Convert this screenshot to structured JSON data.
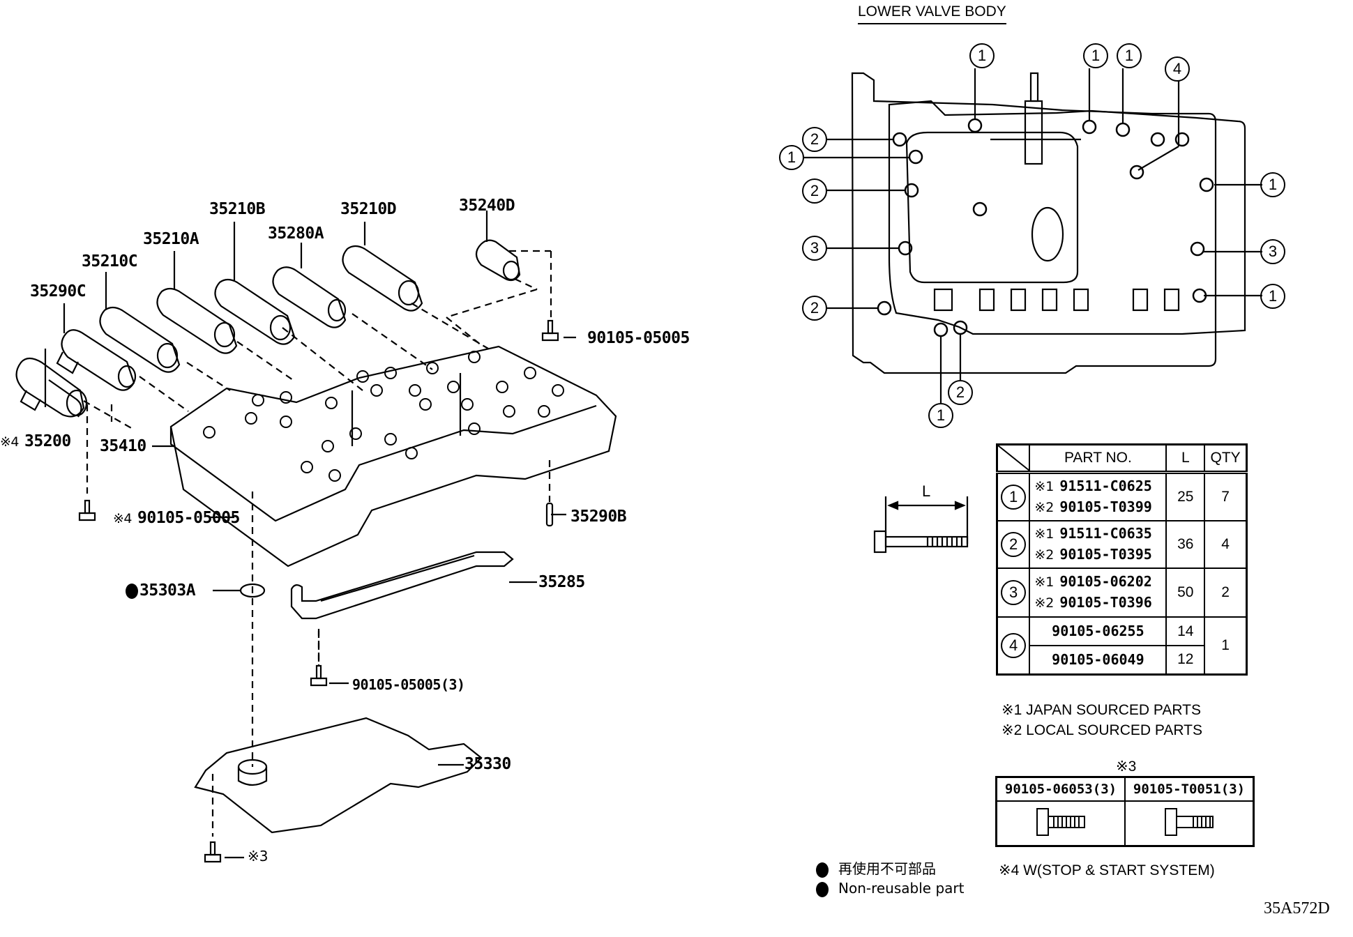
{
  "diagram": {
    "code": "35A572D",
    "lower_valve_body_title": "LOWER VALVE BODY",
    "exploded_view": {
      "labels": {
        "p35210B": "35210B",
        "p35210D": "35210D",
        "p35240D": "35240D",
        "p35210A": "35210A",
        "p35280A": "35280A",
        "p35210C": "35210C",
        "p35290C": "35290C",
        "p35200": "35200",
        "p35200_note": "※4",
        "p35410": "35410",
        "bolt_top_right": "90105-05005",
        "bolt_left": "90105-05005",
        "bolt_left_note": "※4",
        "p35290B": "35290B",
        "p35303A": "35303A",
        "p35285": "35285",
        "bolt_bracket": "90105-05005(3)",
        "p35330": "35330",
        "bolt_strainer_note": "※3"
      }
    },
    "lower_valve_body_callouts": [
      "1",
      "1",
      "1",
      "4",
      "2",
      "1",
      "2",
      "1",
      "3",
      "3",
      "2",
      "1",
      "1",
      "2"
    ],
    "dimension_label": "L",
    "bolt_table": {
      "headers": {
        "part_no": "PART NO.",
        "l": "L",
        "qty": "QTY"
      },
      "rows": [
        {
          "ref": "1",
          "parts": [
            {
              "note": "※1",
              "no": "91511-C0625"
            },
            {
              "note": "※2",
              "no": "90105-T0399"
            }
          ],
          "l": [
            "25"
          ],
          "qty": "7"
        },
        {
          "ref": "2",
          "parts": [
            {
              "note": "※1",
              "no": "91511-C0635"
            },
            {
              "note": "※2",
              "no": "90105-T0395"
            }
          ],
          "l": [
            "36"
          ],
          "qty": "4"
        },
        {
          "ref": "3",
          "parts": [
            {
              "note": "※1",
              "no": "90105-06202"
            },
            {
              "note": "※2",
              "no": "90105-T0396"
            }
          ],
          "l": [
            "50"
          ],
          "qty": "2"
        },
        {
          "ref": "4",
          "parts": [
            {
              "note": "",
              "no": "90105-06255"
            },
            {
              "note": "",
              "no": "90105-06049"
            }
          ],
          "l": [
            "14",
            "12"
          ],
          "qty": "1"
        }
      ]
    },
    "footnotes": {
      "n1": "※1 JAPAN SOURCED PARTS",
      "n2": "※2 LOCAL SOURCED PARTS",
      "n3_title": "※3",
      "n4": "※4 W(STOP & START SYSTEM)"
    },
    "note3_table": {
      "col1": "90105-06053(3)",
      "col2": "90105-T0051(3)"
    },
    "legend": {
      "jp": "再使用不可部品",
      "en": "Non-reusable part"
    }
  }
}
